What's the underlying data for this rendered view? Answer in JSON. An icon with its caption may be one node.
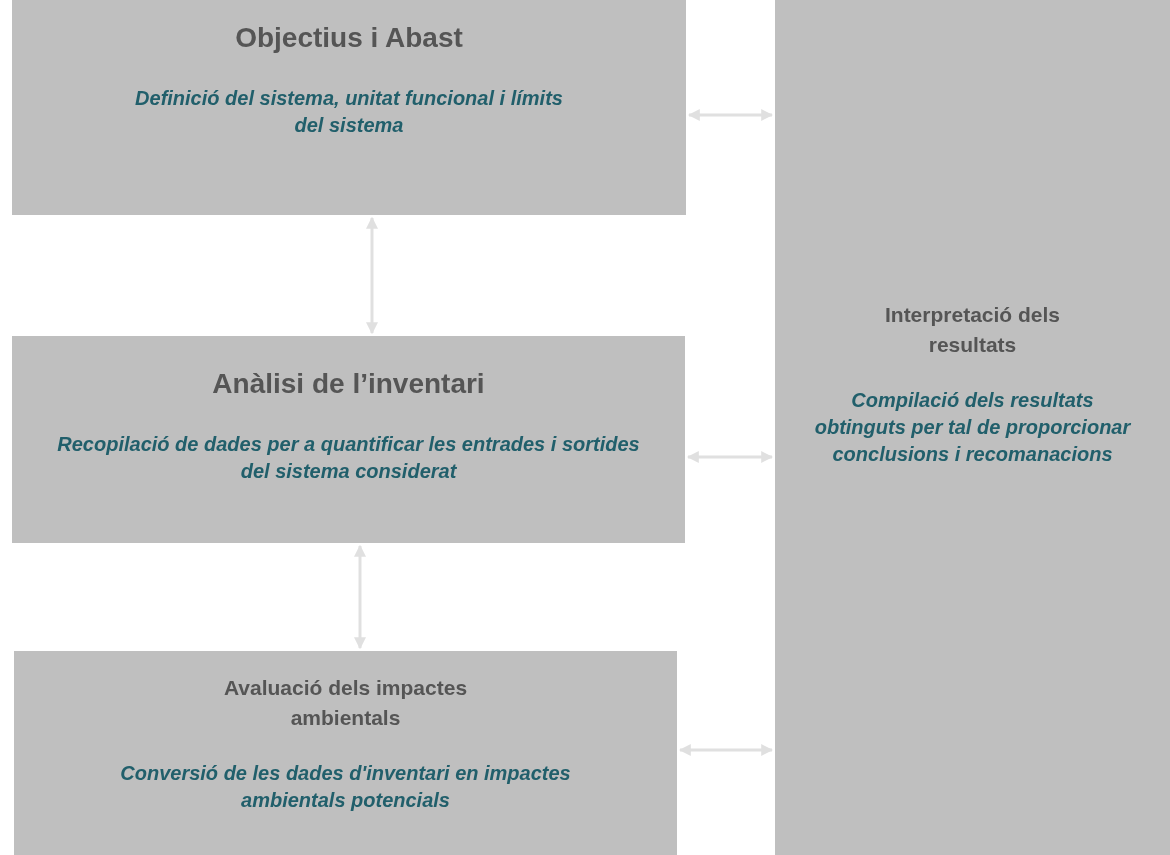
{
  "diagram": {
    "nodes": [
      {
        "text": [
          "Objectius i Abast",
          "Definició del sistema, unitat funcional i límits del sistema"
        ]
      },
      {
        "text": [
          "Anàlisi de l’inventari",
          "Recopilació de dades per a quantificar les entrades i sortides del sistema considerat"
        ]
      },
      {
        "text": [
          "Avaluació dels impactes ambientals",
          "Conversió de les dades d'inventari en impactes ambientals potencials"
        ]
      },
      {
        "text": [
          "Interpretació dels resultats",
          "Compilació dels resultats obtinguts per tal de proporcionar conclusions i recomanacions"
        ]
      }
    ],
    "edges": [
      {
        "from": 0,
        "to": 3,
        "arrow": "both"
      },
      {
        "from": 0,
        "to": 1,
        "arrow": "both"
      },
      {
        "from": 1,
        "to": 3,
        "arrow": "both"
      },
      {
        "from": 1,
        "to": 2,
        "arrow": "both"
      },
      {
        "from": 2,
        "to": 3,
        "arrow": "both"
      }
    ]
  }
}
